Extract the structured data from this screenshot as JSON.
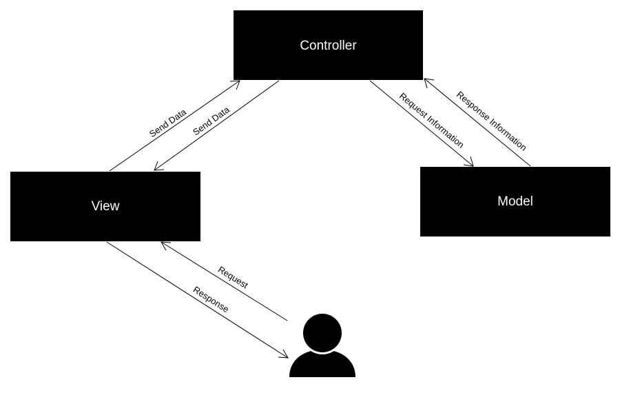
{
  "nodes": {
    "controller": {
      "label": "Controller"
    },
    "view": {
      "label": "View"
    },
    "model": {
      "label": "Model"
    }
  },
  "edges": {
    "view_to_controller": {
      "label": "Send Data"
    },
    "controller_to_view": {
      "label": "Send Data"
    },
    "controller_to_model": {
      "label": "Request Information"
    },
    "model_to_controller": {
      "label": "Response Information"
    },
    "user_to_view": {
      "label": "Request"
    },
    "view_to_user": {
      "label": "Response"
    }
  },
  "actor": {
    "icon": "user-icon"
  },
  "colors": {
    "node_fill": "#000000",
    "node_text": "#ffffff",
    "line": "#000000",
    "background": "#ffffff"
  }
}
